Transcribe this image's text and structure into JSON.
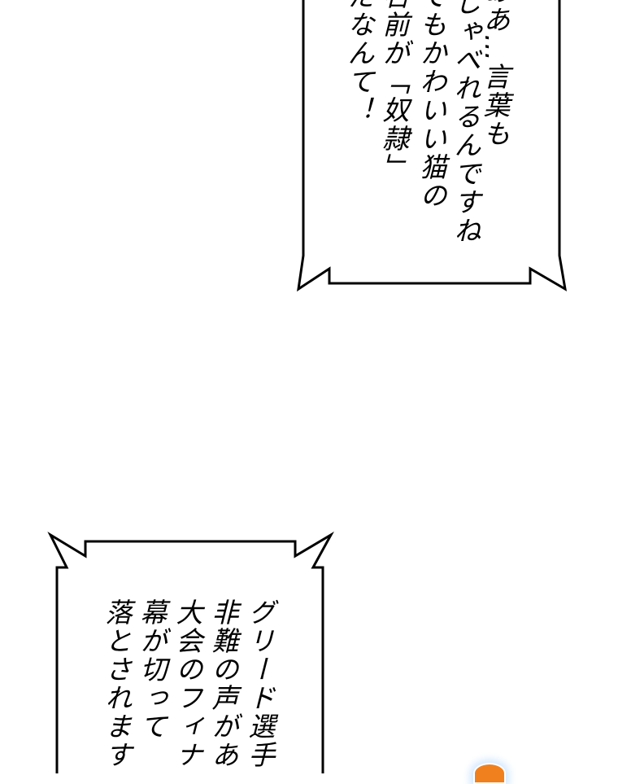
{
  "bubble_top": {
    "lines": [
      "ああ…言葉も",
      "しゃべれるんですね",
      "でもかわいい猫の",
      "名前が「奴隷」",
      "だなんて！"
    ]
  },
  "bubble_bottom": {
    "lines": [
      "グリード選手",
      "非難の声があ",
      "大会のフィナ",
      "幕が切って",
      "落とされます"
    ]
  },
  "colors": {
    "ink": "#000000",
    "paper": "#ffffff",
    "accent_orange": "#f0801e"
  }
}
